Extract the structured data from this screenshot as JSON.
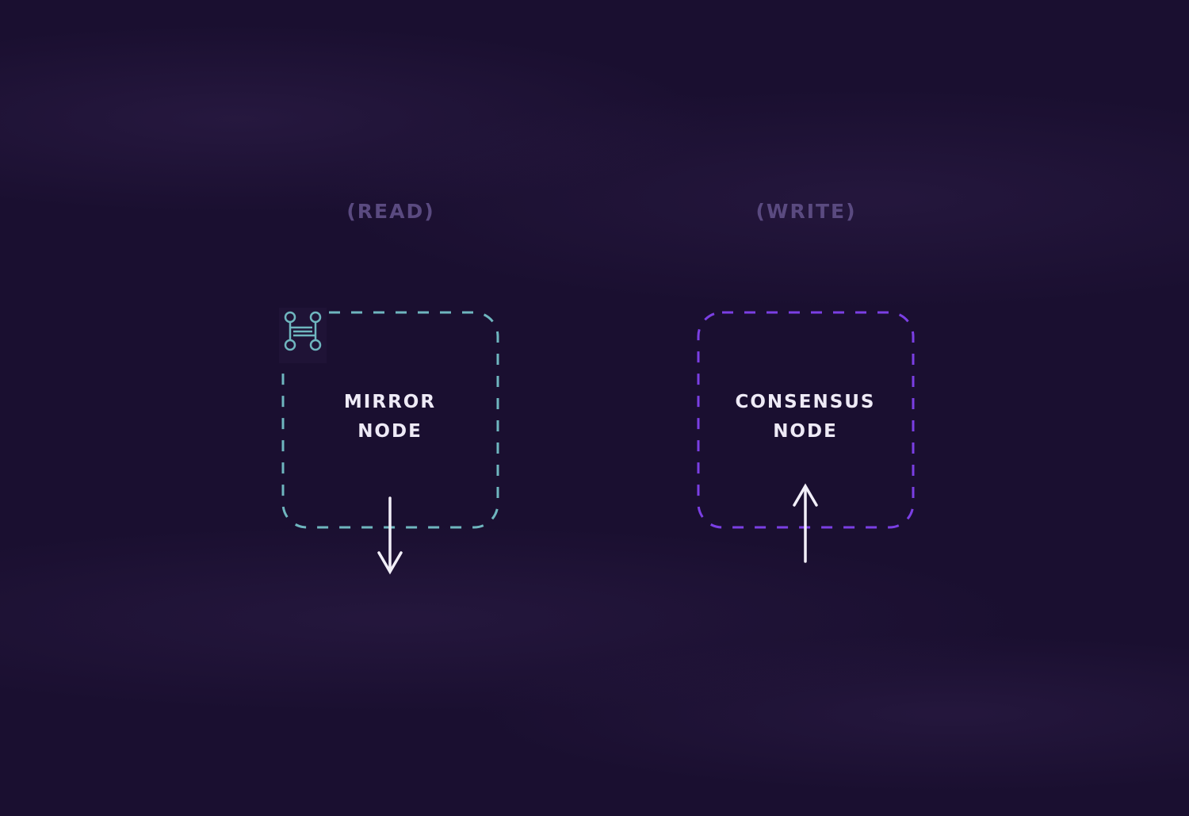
{
  "diagram": {
    "read_label": "(READ)",
    "write_label": "(WRITE)",
    "mirror_node": {
      "line1": "MIRROR",
      "line2": "NODE"
    },
    "consensus_node": {
      "line1": "CONSENSUS",
      "line2": "NODE"
    },
    "colors": {
      "mirror": "#6fb6bf",
      "consensus": "#7b3fe4",
      "arrow": "#f2eff8",
      "background": "#1a0f30"
    },
    "icons": [
      "hedera-logo-icon",
      "arrow-down-icon",
      "arrow-up-icon"
    ]
  }
}
